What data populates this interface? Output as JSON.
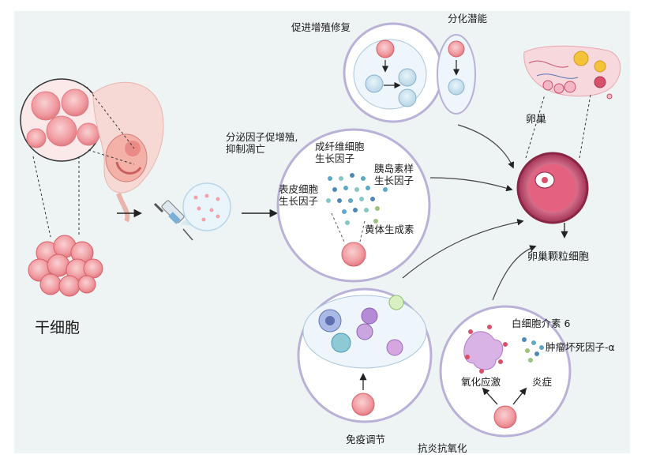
{
  "labels": {
    "stem_cell": "干细胞",
    "secretion": [
      "分泌因子促增殖,",
      "抑制凋亡"
    ],
    "proliferation_repair": "促进增殖修复",
    "differentiation": "分化潜能",
    "ovary": "卵巢",
    "fgf": [
      "成纤维细胞",
      "生长因子"
    ],
    "igf": [
      "胰岛素样",
      "生长因子"
    ],
    "egf": [
      "表皮细胞",
      "生长因子"
    ],
    "lh": "黄体生成素",
    "granulosa": "卵巢颗粒细胞",
    "immune": "免疫调节",
    "il6": "白细胞介素 6",
    "tnf": "肿瘤坏死因子-α",
    "oxidative": "氧化应激",
    "inflammation": "炎症",
    "antiinflam": "抗炎抗氧化"
  },
  "colors": {
    "circle_border": "#b9b1d8",
    "cell_pink": "#f0a2a6",
    "cell_pink_dark": "#d9606a",
    "cell_blue": "#b7d9e8",
    "arrow": "#222222",
    "ovary_ring": "#a23354",
    "background_panel": "#eef3f4"
  },
  "icons": [
    "syringe-icon",
    "uterus-fetus-icon",
    "ovary-anatomy-icon",
    "arrow-icon"
  ]
}
